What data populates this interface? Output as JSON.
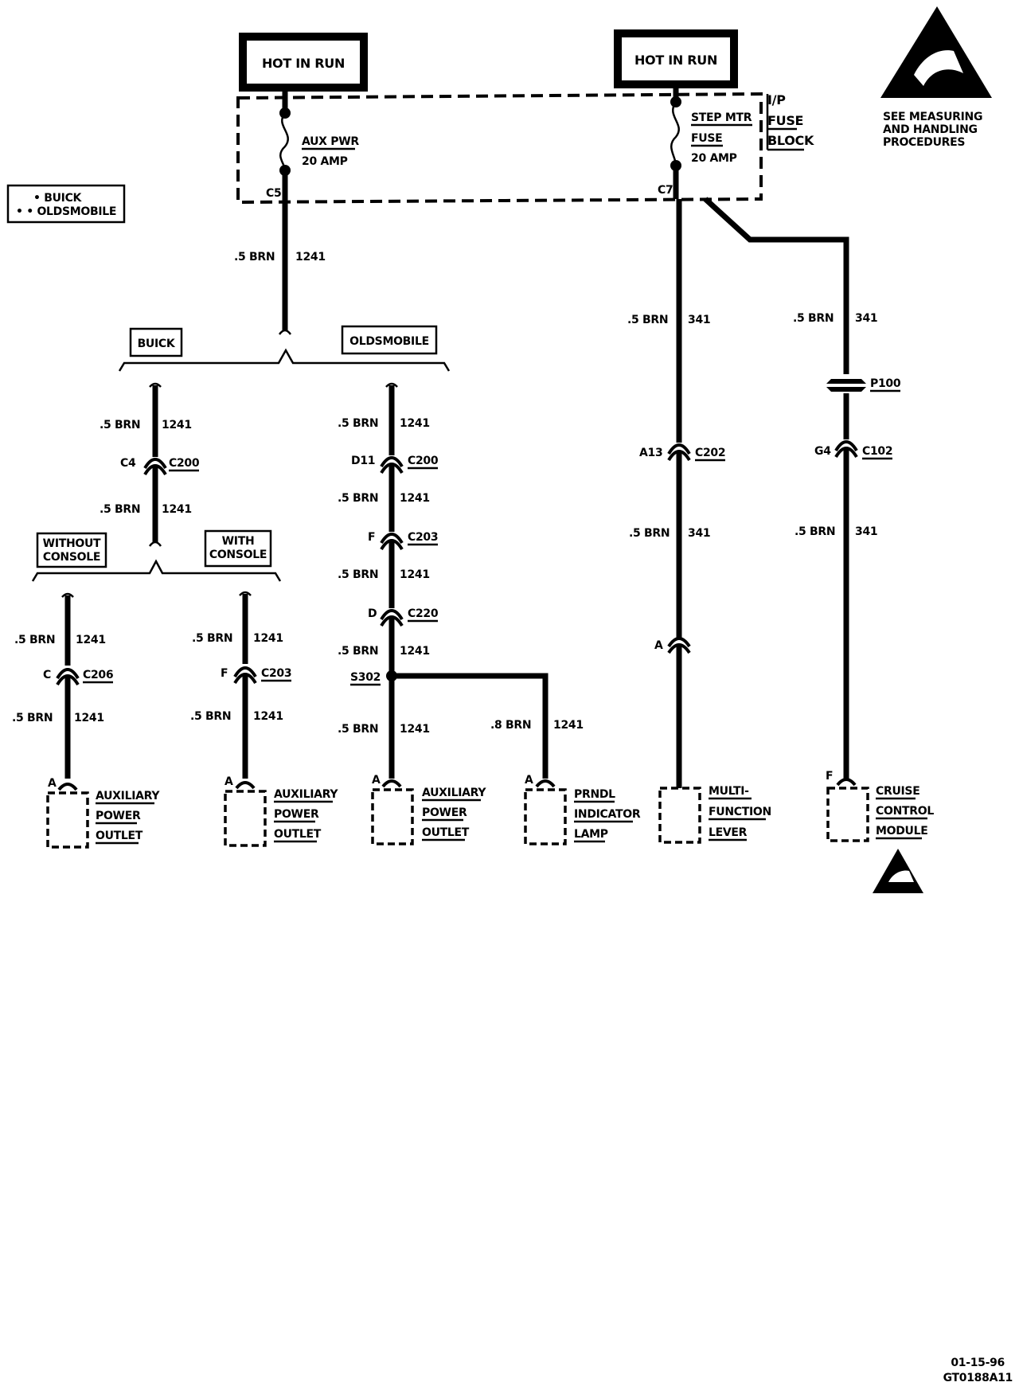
{
  "sources": {
    "left": "HOT IN RUN",
    "right": "HOT IN RUN"
  },
  "fuse_block": {
    "label_line1": "I/P",
    "label_line2": "FUSE",
    "label_line3": "BLOCK",
    "aux_fuse_name": "AUX PWR",
    "aux_fuse_rating": "20 AMP",
    "aux_connector": "C5",
    "step_fuse_name_1": "STEP MTR",
    "step_fuse_name_2": "FUSE",
    "step_fuse_rating": "20 AMP",
    "step_connector": "C7"
  },
  "legend": {
    "buick": "• BUICK",
    "oldsmobile": "• • OLDSMOBILE"
  },
  "esd": {
    "line1": "SEE MEASURING",
    "line2": "AND HANDLING",
    "line3": "PROCEDURES"
  },
  "branches": {
    "buick": "BUICK",
    "oldsmobile": "OLDSMOBILE",
    "without_console_1": "WITHOUT",
    "without_console_2": "CONSOLE",
    "with_console_1": "WITH",
    "with_console_2": "CONSOLE"
  },
  "wires": {
    "brn_05": ".5 BRN",
    "brn_08": ".8 BRN",
    "circuit_1241": "1241",
    "circuit_341": "341"
  },
  "connectors": {
    "c200": "C200",
    "c203": "C203",
    "c206": "C206",
    "c220": "C220",
    "c202": "C202",
    "c102": "C102",
    "p100": "P100",
    "s302": "S302",
    "pin_c4": "C4",
    "pin_d11": "D11",
    "pin_f": "F",
    "pin_d": "D",
    "pin_c": "C",
    "pin_a13": "A13",
    "pin_g4": "G4",
    "pin_a": "A"
  },
  "components": {
    "aux_outlet_1": "AUXILIARY",
    "aux_outlet_2": "POWER",
    "aux_outlet_3": "OUTLET",
    "prndl_1": "PRNDL",
    "prndl_2": "INDICATOR",
    "prndl_3": "LAMP",
    "mfl_1": "MULTI-",
    "mfl_2": "FUNCTION",
    "mfl_3": "LEVER",
    "ccm_1": "CRUISE",
    "ccm_2": "CONTROL",
    "ccm_3": "MODULE"
  },
  "footer": {
    "date": "01-15-96",
    "code": "GT0188A11"
  }
}
